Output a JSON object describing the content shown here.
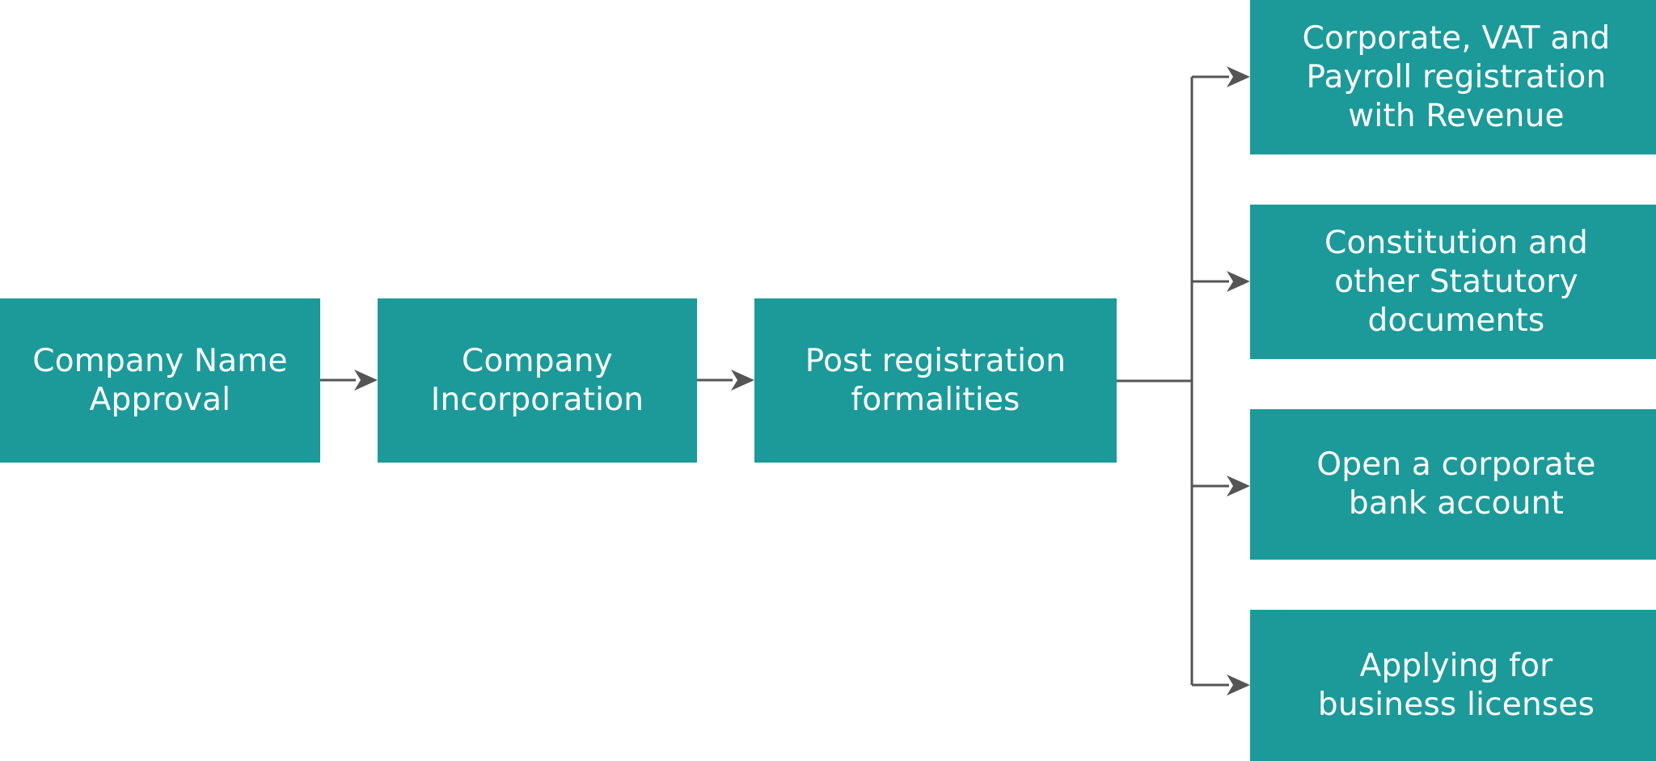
{
  "diagram": {
    "colors": {
      "box_fill": "#1c9a9a",
      "box_text": "#ffffff",
      "connector": "#555555"
    },
    "steps": [
      {
        "id": "company-name-approval",
        "label": "Company Name\nApproval"
      },
      {
        "id": "company-incorporation",
        "label": "Company\nIncorporation"
      },
      {
        "id": "post-registration-formalities",
        "label": "Post registration\nformalities"
      }
    ],
    "outcomes": [
      {
        "id": "revenue-registration",
        "label": "Corporate, VAT and\nPayroll  registration\nwith Revenue"
      },
      {
        "id": "statutory-documents",
        "label": "Constitution and\nother Statutory\ndocuments"
      },
      {
        "id": "bank-account",
        "label": "Open a corporate\nbank account"
      },
      {
        "id": "business-licenses",
        "label": "Applying for\nbusiness licenses"
      }
    ]
  }
}
